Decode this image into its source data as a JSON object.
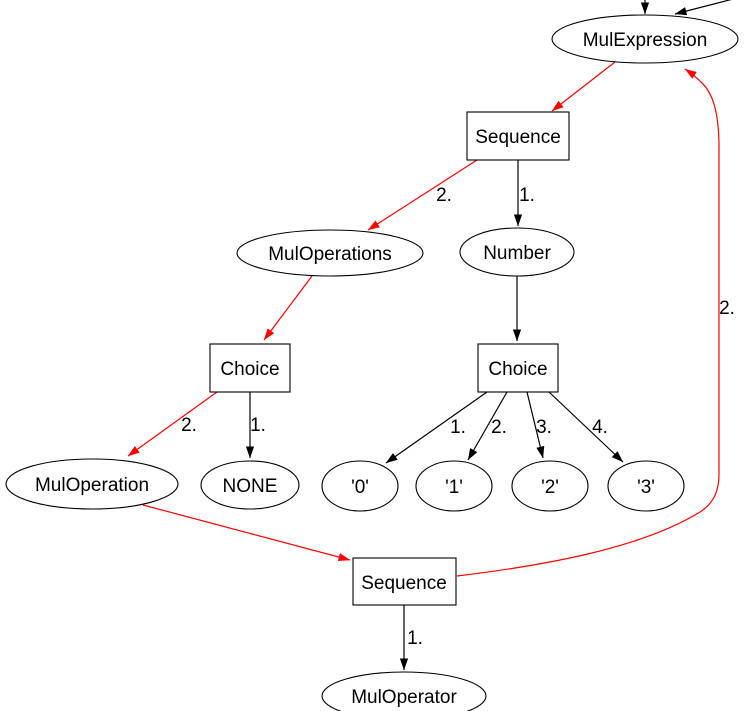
{
  "diagram": {
    "kind": "parse-graph",
    "background": "#ffffff",
    "colors": {
      "node_stroke": "#000000",
      "text": "#000000",
      "edge_normal": "#000000",
      "edge_highlight": "#ff0000"
    },
    "nodes": {
      "mul_expression": {
        "label": "MulExpression",
        "shape": "ellipse"
      },
      "sequence_top": {
        "label": "Sequence",
        "shape": "box"
      },
      "mul_operations": {
        "label": "MulOperations",
        "shape": "ellipse"
      },
      "number": {
        "label": "Number",
        "shape": "ellipse"
      },
      "choice_left": {
        "label": "Choice",
        "shape": "box"
      },
      "choice_right": {
        "label": "Choice",
        "shape": "box"
      },
      "mul_operation": {
        "label": "MulOperation",
        "shape": "ellipse"
      },
      "none": {
        "label": "NONE",
        "shape": "ellipse"
      },
      "literal_0": {
        "label": "'0'",
        "shape": "ellipse"
      },
      "literal_1": {
        "label": "'1'",
        "shape": "ellipse"
      },
      "literal_2": {
        "label": "'2'",
        "shape": "ellipse"
      },
      "literal_3": {
        "label": "'3'",
        "shape": "ellipse"
      },
      "sequence_bottom": {
        "label": "Sequence",
        "shape": "box"
      },
      "mul_operator": {
        "label": "MulOperator",
        "shape": "ellipse"
      }
    },
    "edges": {
      "into_mul_expression_a": {
        "to": "mul_expression",
        "color": "black"
      },
      "into_mul_expression_b": {
        "to": "mul_expression",
        "color": "black"
      },
      "mul_expression_to_sequence_top": {
        "color": "red"
      },
      "sequence_top_to_number": {
        "label": "1.",
        "color": "black"
      },
      "sequence_top_to_mul_operations": {
        "label": "2.",
        "color": "red"
      },
      "number_to_choice_right": {
        "color": "black"
      },
      "mul_operations_to_choice_left": {
        "color": "red"
      },
      "choice_left_to_none": {
        "label": "1.",
        "color": "black"
      },
      "choice_left_to_mul_operation": {
        "label": "2.",
        "color": "red"
      },
      "choice_right_to_literal_0": {
        "label": "1.",
        "color": "black"
      },
      "choice_right_to_literal_1": {
        "label": "2.",
        "color": "black"
      },
      "choice_right_to_literal_2": {
        "label": "3.",
        "color": "black"
      },
      "choice_right_to_literal_3": {
        "label": "4.",
        "color": "black"
      },
      "mul_operation_to_sequence_bottom": {
        "color": "red"
      },
      "sequence_bottom_to_mul_operator": {
        "label": "1.",
        "color": "black"
      },
      "sequence_bottom_to_mul_expression": {
        "label": "2.",
        "color": "red"
      }
    }
  }
}
